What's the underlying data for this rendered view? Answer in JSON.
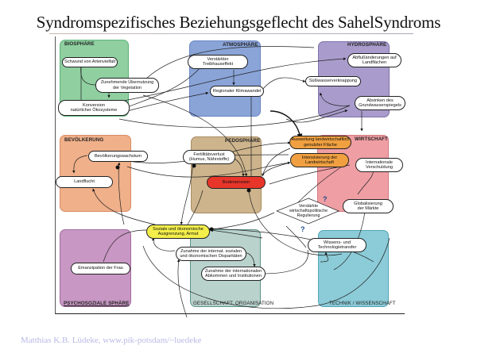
{
  "title": "Syndromspezifisches Beziehungsgeflecht des SahelSyndroms",
  "footer": "Matthias K.B. Lüdeke, www.pik-potsdam/~luedeke",
  "colors": {
    "biosphaere": "#8fcfa0",
    "atmosphaere": "#8aa4d8",
    "hydrosphaere": "#a99ccc",
    "bevoelkerung": "#f0b08a",
    "pedosphaere": "#cdb48c",
    "wirtschaft": "#ef9ea4",
    "psychosoziale": "#c897c4",
    "gesellschaft": "#b9d2cc",
    "technik": "#8ccbd8",
    "orange_node": "#f0a040",
    "red_node": "#e8352a",
    "yellow_node": "#f3ee4a",
    "footer_text": "#b9b9e6"
  },
  "spheres": {
    "biosphaere": "BIOSPHÄRE",
    "atmosphaere": "ATMOSPHÄRE",
    "hydrosphaere": "HYDROSPHÄRE",
    "bevoelkerung": "BEVÖLKERUNG",
    "pedosphaere": "PEDOSPHÄRE",
    "wirtschaft": "WIRTSCHAFT",
    "psychosoziale": "PSYCHOSOZIALE SPHÄRE",
    "gesellschaft": "GESELLSCHAFT, ORGANISATION",
    "technik": "TECHNIK / WISSENSCHAFT"
  },
  "nodes": {
    "artenvielfalt": "Schwund von Artenvielfalt",
    "uebernutzung_1": "Zunehmende Übernutzung",
    "uebernutzung_2": "der Vegetation",
    "konversion_1": "Konversion",
    "konversion_2": "natürlicher Ökosysteme",
    "treibhaus_1": "Verstärkter",
    "treibhaus_2": "Treibhauseffekt",
    "klimawandel": "Regionaler Klimawandel",
    "abfluss_1": "Abflußänderungen auf",
    "abfluss_2": "Landflächen",
    "suesswasser": "Süßwasserverknappung",
    "grundwasser_1": "Absinken des",
    "grundwasser_2": "Grundwasserspiegels",
    "bevoelkerungswachstum": "Bevölkerungswachstum",
    "landflucht": "Landflucht",
    "fertilitaet_1": "Fertilitätsverlust",
    "fertilitaet_2": "(Humus, Nährstoffe)",
    "bodenerosion": "Bodenerosion",
    "ausweitung_1": "Ausweitung landwirtschaftlich",
    "ausweitung_2": "genutzter Fläche",
    "intensivierung_1": "Intensivierung der",
    "intensivierung_2": "Landwirtschaft",
    "verschuldung_1": "Internationale",
    "verschuldung_2": "Verschuldung",
    "globalisierung_1": "Globalisierung",
    "globalisierung_2": "der Märkte",
    "regulierung_1": "Verstärkte",
    "regulierung_2": "wirtschaftspolitische",
    "regulierung_3": "Regulierung",
    "armut_1": "Soziale und ökonomische",
    "armut_2": "Ausgrenzung, Armut",
    "disparitaeten_1": "Zunahme der internat. sozialen",
    "disparitaeten_2": "und ökonomischen Disparitäten",
    "abkommen_1": "Zunahme der internationalen",
    "abkommen_2": "Abkommen und Institutionen",
    "technologietransfer_1": "Wissens- und",
    "technologietransfer_2": "Technologietransfer",
    "emanzipation": "Emanzipation der Frau"
  },
  "annotations": {
    "question_mark": "?"
  }
}
